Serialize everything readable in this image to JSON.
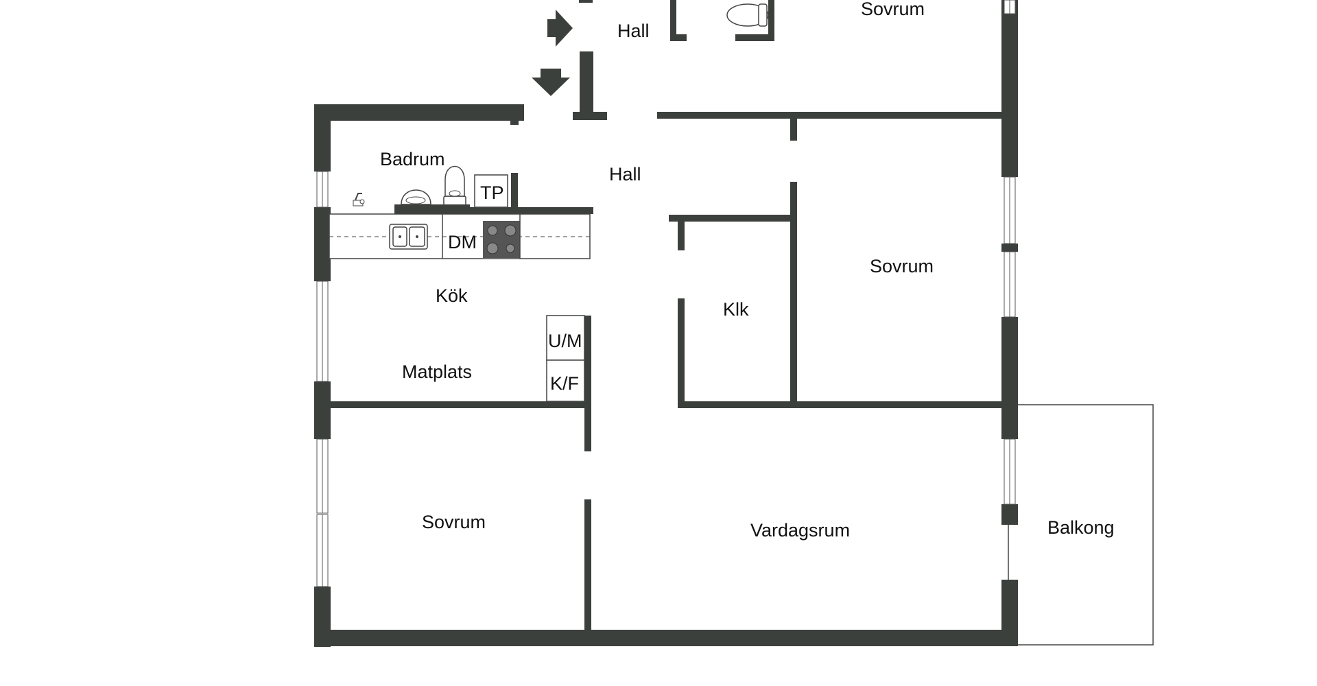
{
  "colors": {
    "wall": "#3c403c",
    "balcony_outline": "#444444",
    "stove": "#555555"
  },
  "rooms": {
    "hall_upper": "Hall",
    "bedroom_top": "Sovrum",
    "hall_main": "Hall",
    "bathroom": "Badrum",
    "tp": "TP",
    "dm": "DM",
    "kitchen": "Kök",
    "closet": "Klk",
    "bedroom_right": "Sovrum",
    "um": "U/M",
    "dining": "Matplats",
    "kf": "K/F",
    "bedroom_left": "Sovrum",
    "living": "Vardagsrum",
    "balcony": "Balkong"
  },
  "icons": [
    "entry-arrow-right-icon",
    "entry-arrow-down-icon",
    "toilet-icon",
    "sink-icon",
    "faucet-icon",
    "kitchen-sink-icon",
    "stove-icon"
  ]
}
